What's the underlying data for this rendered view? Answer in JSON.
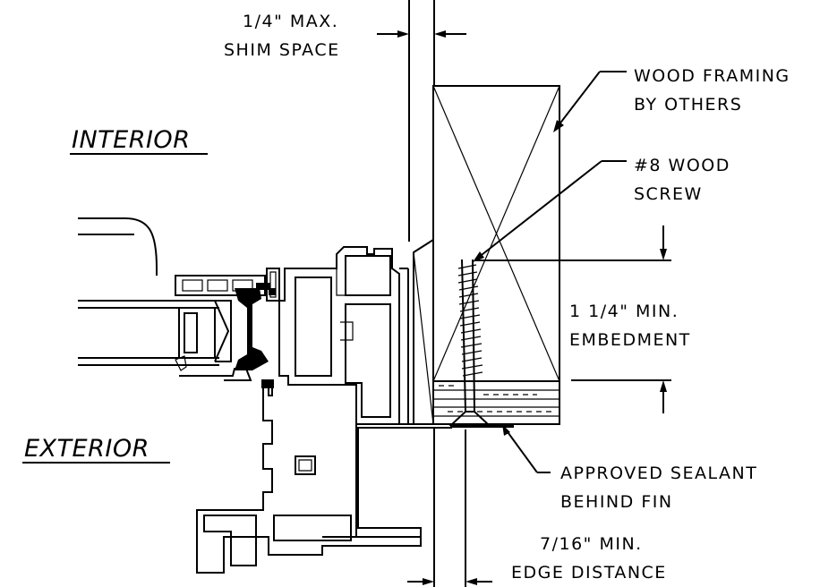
{
  "labels": {
    "interior": "INTERIOR",
    "exterior": "EXTERIOR",
    "shim_space": [
      "1/4\" MAX.",
      "SHIM SPACE"
    ],
    "wood_framing": [
      "WOOD FRAMING",
      "BY OTHERS"
    ],
    "wood_screw": [
      "#8 WOOD",
      "SCREW"
    ],
    "embedment": [
      "1 1/4\" MIN.",
      "EMBEDMENT"
    ],
    "sealant": [
      "APPROVED SEALANT",
      "BEHIND FIN"
    ],
    "edge_distance": [
      "7/16\" MIN.",
      "EDGE DISTANCE"
    ]
  }
}
